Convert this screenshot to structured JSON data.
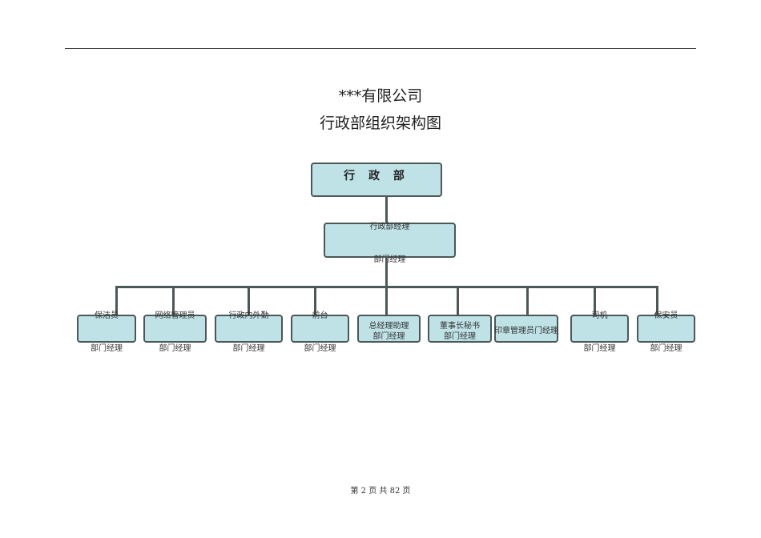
{
  "document": {
    "company": "***有限公司",
    "chart_title": "行政部组织架构图"
  },
  "org": {
    "root": {
      "label": "行 政 部"
    },
    "manager": {
      "title": "行政部经理",
      "subtitle": "部门经理"
    },
    "staff": [
      {
        "title": "保洁员",
        "subtitle": "部门经理"
      },
      {
        "title": "网络管理员",
        "subtitle": "部门经理"
      },
      {
        "title": "行政内外勤",
        "subtitle": "部门经理"
      },
      {
        "title": "前台",
        "subtitle": "部门经理"
      },
      {
        "title": "总经理助理",
        "subtitle": "部门经理"
      },
      {
        "title": "董事长秘书",
        "subtitle": "部门经理"
      },
      {
        "title": "印章管理员门经理",
        "subtitle": ""
      },
      {
        "title": "司机",
        "subtitle": "部门经理"
      },
      {
        "title": "保安员",
        "subtitle": "部门经理"
      }
    ]
  },
  "colors": {
    "box_fill": "#bfe2e6",
    "box_border": "#4b5858"
  },
  "footer": {
    "page_info": "第 2 页 共 82 页"
  }
}
